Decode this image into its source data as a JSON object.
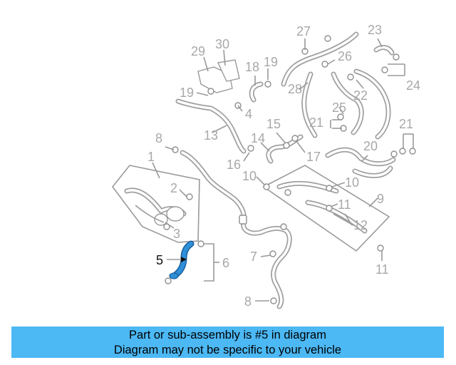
{
  "diagram": {
    "highlighted_part": "5",
    "highlight_color": "#2f8fd8",
    "callouts": [
      "1",
      "2",
      "3",
      "4",
      "5",
      "6",
      "7",
      "8",
      "8",
      "9",
      "10",
      "10",
      "11",
      "11",
      "12",
      "13",
      "14",
      "15",
      "16",
      "17",
      "18",
      "19",
      "19",
      "20",
      "21",
      "21",
      "22",
      "23",
      "24",
      "25",
      "26",
      "27",
      "28",
      "29",
      "30"
    ]
  },
  "caption": {
    "background": "#4cb8f4",
    "line1": "Part or sub-assembly is #5 in diagram",
    "line2": "Diagram may not be specific to your vehicle"
  }
}
